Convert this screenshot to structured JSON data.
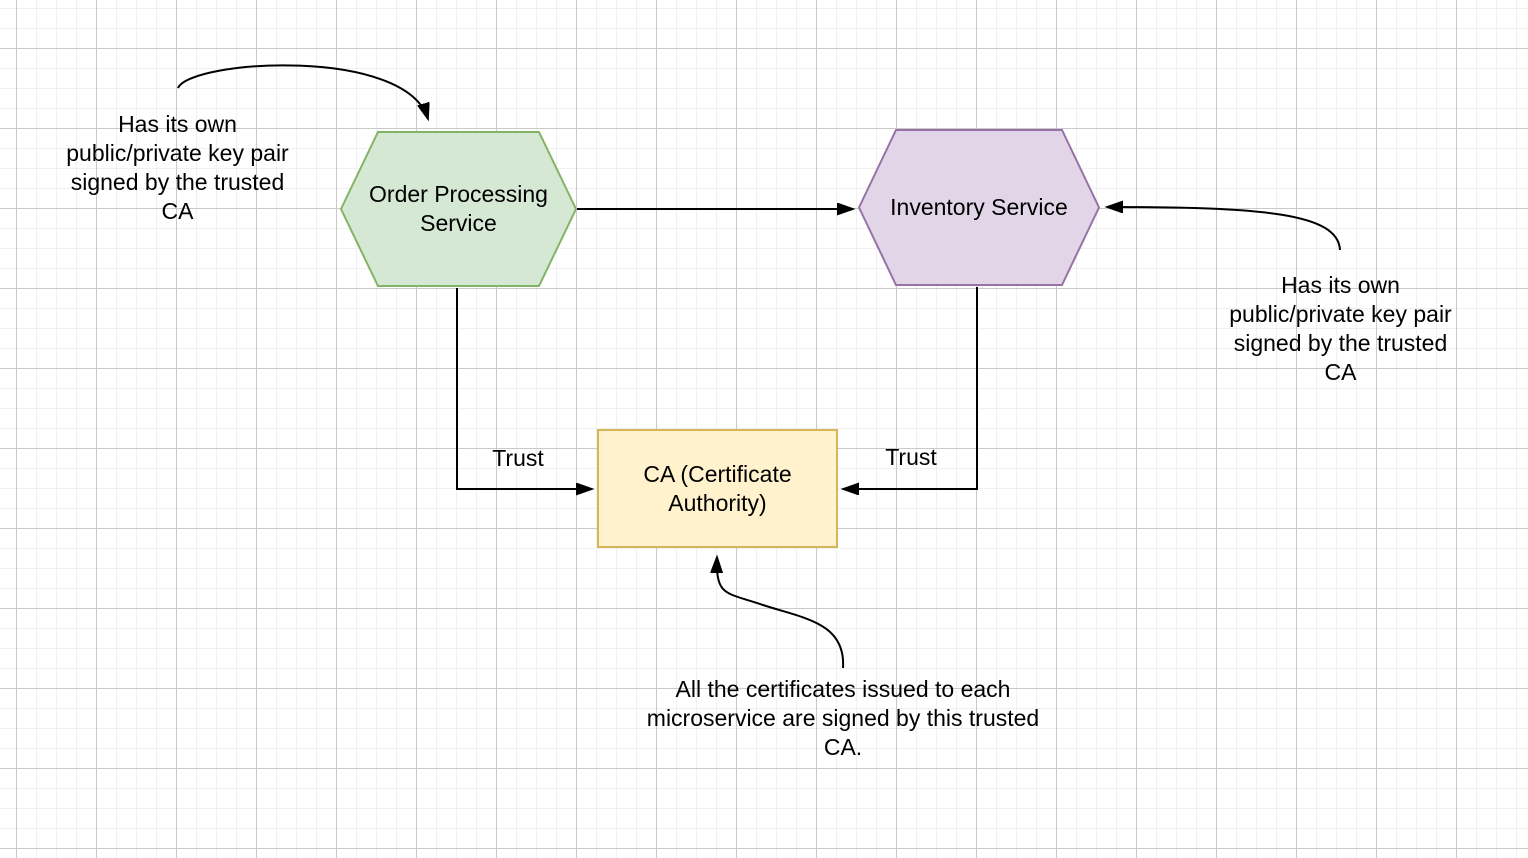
{
  "canvas": {
    "background": "#ffffff",
    "grid_minor_color": "#f0f0f0",
    "grid_major_color": "#c9c9c9"
  },
  "nodes": {
    "order_processing": {
      "label": "Order Processing\nService",
      "shape": "hexagon",
      "fill": "#d5e8d4",
      "stroke": "#82b366"
    },
    "inventory_service": {
      "label": "Inventory Service",
      "shape": "hexagon",
      "fill": "#e1d5e7",
      "stroke": "#9673a6"
    },
    "certificate_authority": {
      "label": "CA (Certificate\nAuthority)",
      "shape": "rectangle",
      "fill": "#fff2cc",
      "stroke": "#d6b656"
    }
  },
  "edges": {
    "color": "#000000",
    "order_to_ca": {
      "label": "Trust"
    },
    "inventory_to_ca": {
      "label": "Trust"
    }
  },
  "annotations": {
    "order_key_note": "Has its own\npublic/private key pair\nsigned by the trusted\nCA",
    "inventory_key_note": "Has its own\npublic/private key pair\nsigned by the trusted\nCA",
    "ca_note": "All the certificates issued to each\nmicroservice are signed by this trusted\nCA."
  }
}
